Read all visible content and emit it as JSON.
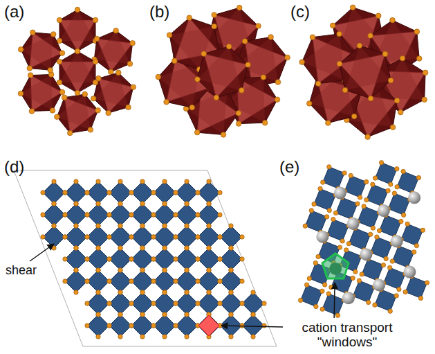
{
  "diagram": {
    "labels": [
      "(a)",
      "(b)",
      "(c)",
      "(d)",
      "shear",
      "(e)",
      "cation transport \"windows\""
    ]
  }
}
